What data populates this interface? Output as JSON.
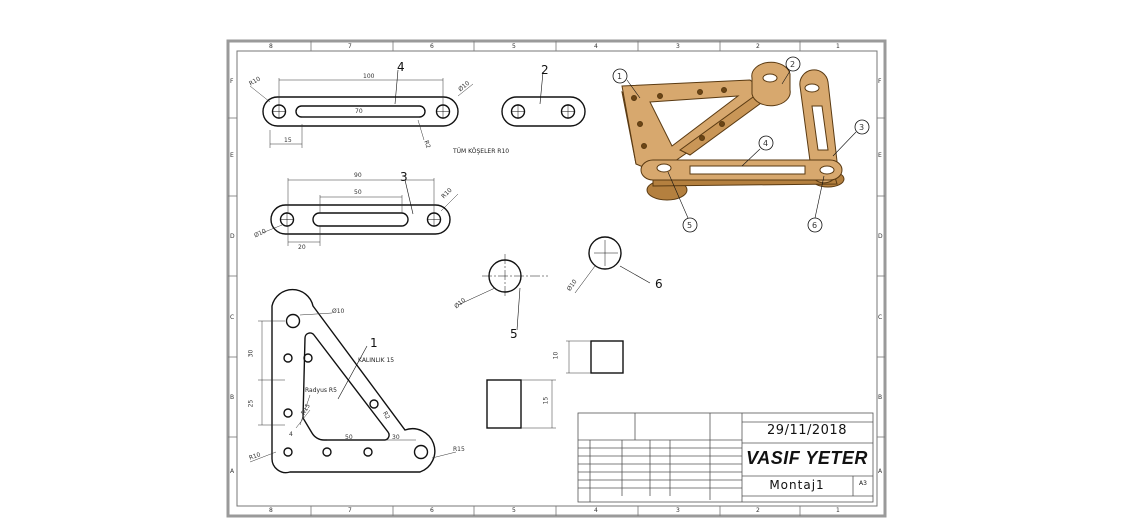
{
  "sheet": {
    "column_labels": [
      "8",
      "7",
      "6",
      "5",
      "4",
      "3",
      "2",
      "1"
    ],
    "row_labels": [
      "F",
      "E",
      "D",
      "C",
      "B",
      "A"
    ]
  },
  "notes": {
    "part4_holes": "TÜM KÖŞELER R10",
    "part1_thickness": "KALINLIK 15",
    "part1_radius": "Radyus R5"
  },
  "dimensions": {
    "p4_total": "100",
    "p4_slot": "70",
    "p4_offset": "15",
    "p4_r10": "R10",
    "p4_d10": "Ø10",
    "p4_r2": "R2",
    "p3_total": "90",
    "p3_slot": "50",
    "p3_offset": "20",
    "p3_d10_left": "Ø10",
    "p3_r10": "R10",
    "p1_d10_top": "Ø10",
    "p1_30": "30",
    "p1_25": "25",
    "p1_r15": "R15",
    "p1_4": "4",
    "p1_50": "50",
    "p1_30b": "30",
    "p1_r10": "R10",
    "p1_r15b": "R15",
    "p1_r2": "R2",
    "p5_d10": "Ø10",
    "p6_d10": "Ø10",
    "pin_10": "10",
    "pin_15": "15"
  },
  "balloons": {
    "b4": "4",
    "b2": "2",
    "b3": "3",
    "b1": "1",
    "b5": "5",
    "b6": "6"
  },
  "iso_balloons": [
    "1",
    "2",
    "3",
    "4",
    "5",
    "6"
  ],
  "title_block": {
    "date": "29/11/2018",
    "author": "VASIF YETER",
    "title": "Montaj1",
    "size": "A3"
  },
  "colors": {
    "line": "#111111",
    "border": "#9a9a9a",
    "part_face": "#d7a86e",
    "part_side": "#b4803f",
    "part_edge": "#5a3a12"
  }
}
